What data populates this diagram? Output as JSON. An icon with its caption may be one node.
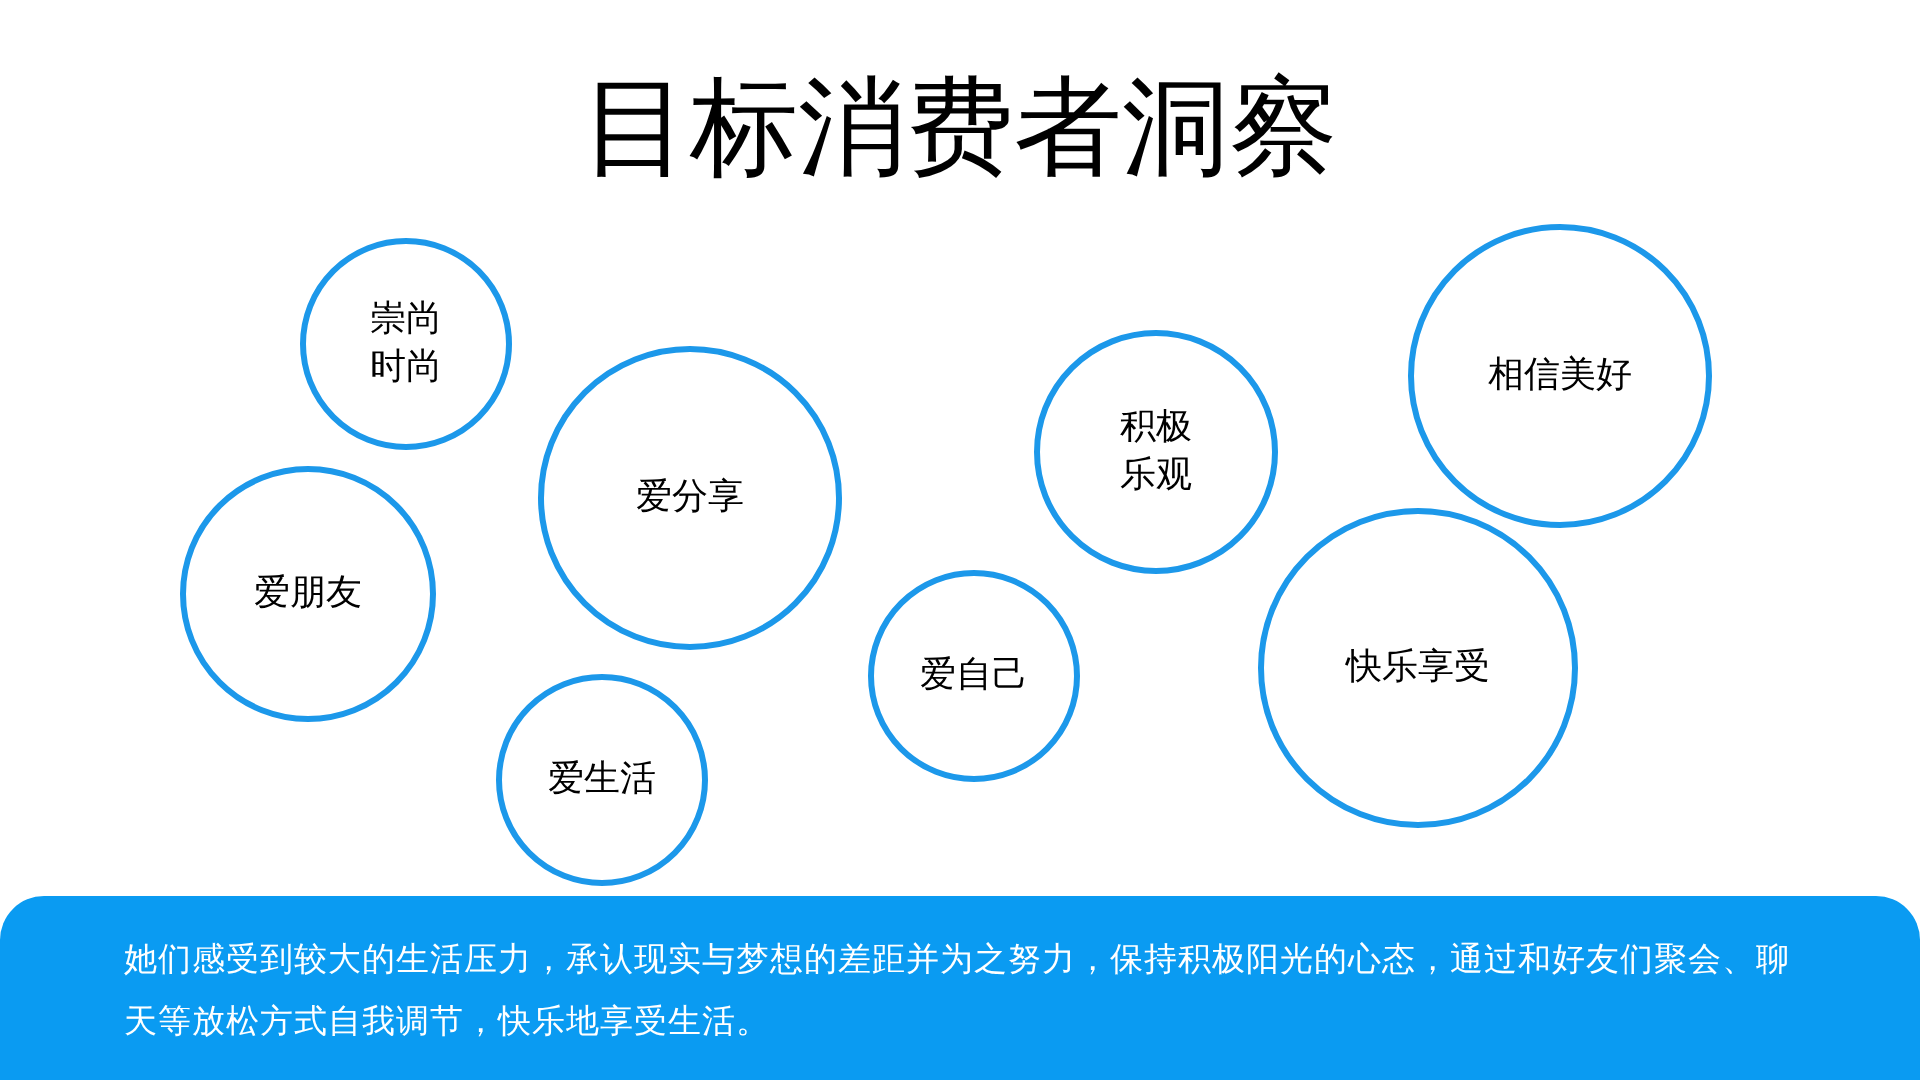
{
  "diagram": {
    "title": "目标消费者洞察",
    "nodes": [
      {
        "text": [
          "崇尚时尚"
        ]
      },
      {
        "text": [
          "爱朋友"
        ]
      },
      {
        "text": [
          "爱分享"
        ]
      },
      {
        "text": [
          "爱生活"
        ]
      },
      {
        "text": [
          "积极乐观"
        ]
      },
      {
        "text": [
          "爱自己"
        ]
      },
      {
        "text": [
          "相信美好"
        ]
      },
      {
        "text": [
          "快乐享受"
        ]
      },
      {
        "text": [
          "她们感受到较大的生活压力，承认现实与梦想的差距并为之努力，保持积极阳光的心态，通过和好友们聚会、聊天等放松方式自我调节，快乐地享受生活。"
        ]
      }
    ],
    "edges": []
  }
}
